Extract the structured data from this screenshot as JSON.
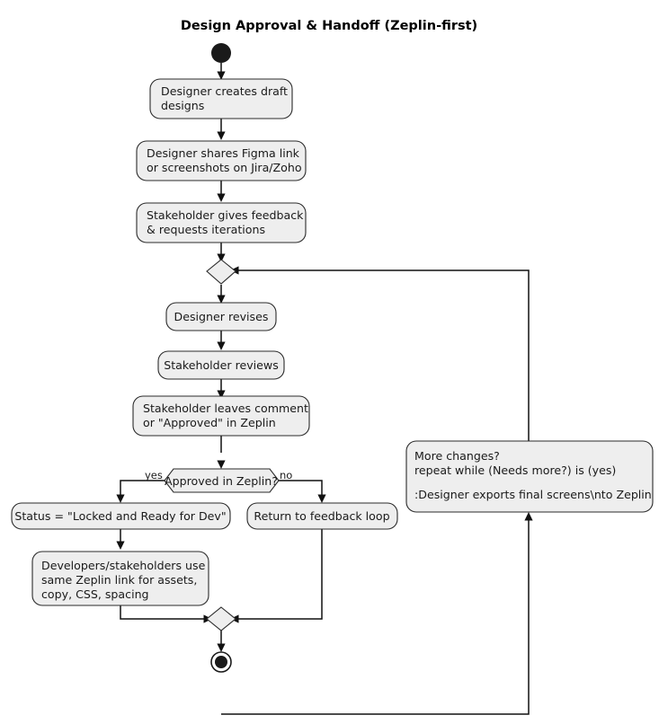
{
  "title": "Design Approval & Handoff (Zeplin-first)",
  "colors": {
    "node_fill": "#EEEEEE",
    "node_stroke": "#2B2B2B",
    "edge": "#111111",
    "text": "#1A1A1A",
    "background": "#FFFFFF"
  },
  "nodes": {
    "start": {
      "name": "start-node"
    },
    "activity_1": {
      "lines": [
        "Designer creates draft",
        "designs"
      ]
    },
    "activity_2": {
      "lines": [
        "Designer shares Figma link",
        "or screenshots on Jira/Zoho"
      ]
    },
    "activity_3": {
      "lines": [
        "Stakeholder gives feedback",
        "& requests iterations"
      ]
    },
    "merge_top": {
      "name": "merge-diamond-top"
    },
    "activity_4": {
      "lines": [
        "Designer revises"
      ]
    },
    "activity_5": {
      "lines": [
        "Stakeholder reviews"
      ]
    },
    "activity_6": {
      "lines": [
        "Stakeholder leaves comment",
        "or \"Approved\" in Zeplin"
      ]
    },
    "decision": {
      "label": "Approved in Zeplin?"
    },
    "activity_yes": {
      "lines": [
        "Status = \"Locked and Ready for Dev\""
      ]
    },
    "activity_no": {
      "lines": [
        "Return to feedback loop"
      ]
    },
    "activity_7": {
      "lines": [
        "Developers/stakeholders use",
        "same Zeplin link for assets,",
        "copy, CSS, spacing"
      ]
    },
    "merge_bottom": {
      "name": "merge-diamond-bottom"
    },
    "end": {
      "name": "end-node"
    },
    "note": {
      "lines": [
        "More changes?",
        "repeat while (Needs more?) is (yes)",
        "",
        ":Designer exports final screens\\nto Zeplin"
      ]
    }
  },
  "edge_labels": {
    "yes": "yes",
    "no": "no"
  }
}
